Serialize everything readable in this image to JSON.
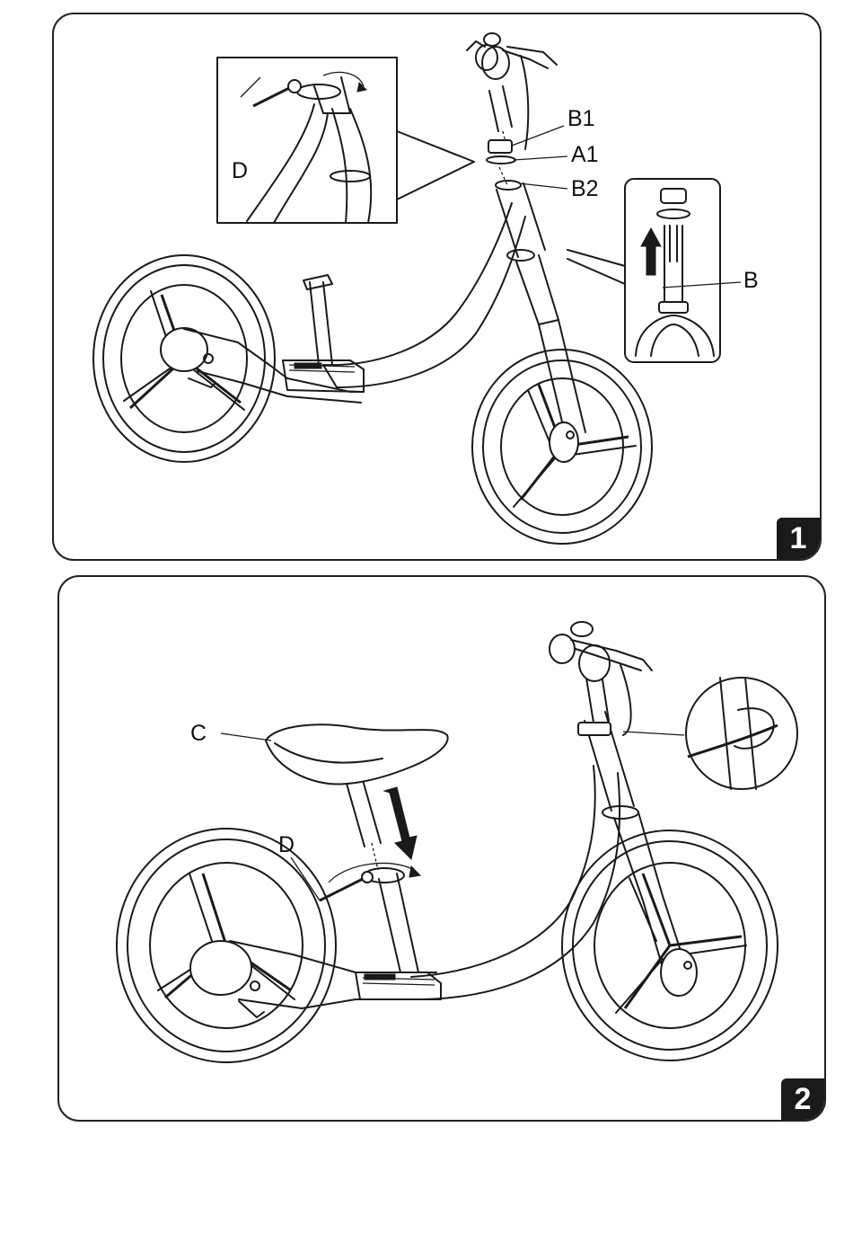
{
  "steps": [
    {
      "number": "1",
      "labels": {
        "b1": "B1",
        "a1": "A1",
        "b2": "B2",
        "b": "B",
        "d": "D"
      }
    },
    {
      "number": "2",
      "labels": {
        "c": "C",
        "d": "D"
      }
    }
  ],
  "colors": {
    "line": "#1a1a1a",
    "badge": "#1a1a1a",
    "background": "#ffffff"
  }
}
